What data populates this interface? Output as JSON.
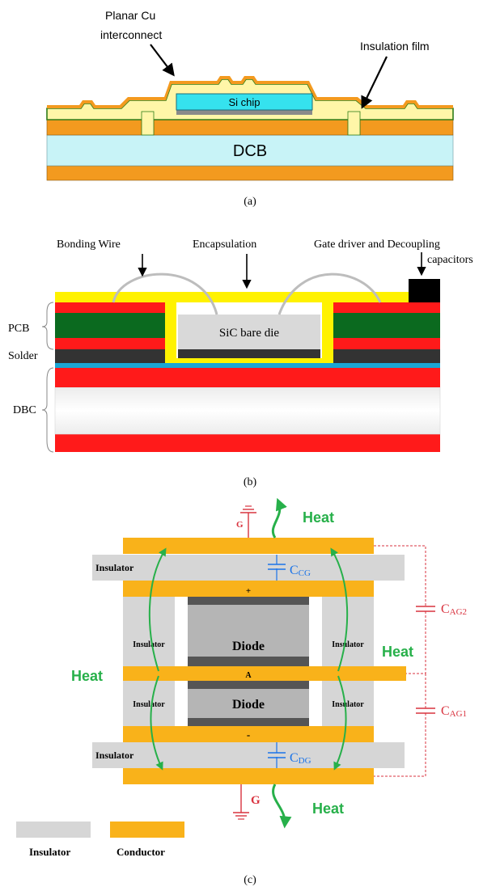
{
  "panel_a": {
    "label_interconnect_1": "Planar Cu",
    "label_interconnect_2": "interconnect",
    "label_insulation": "Insulation film",
    "label_chip": "Si chip",
    "label_dcb": "DCB",
    "caption": "(a)"
  },
  "panel_b": {
    "label_bonding": "Bonding Wire",
    "label_encapsulation": "Encapsulation",
    "label_gate_1": "Gate driver and Decoupling",
    "label_gate_2": "capacitors",
    "label_pcb": "PCB",
    "label_solder": "Solder",
    "label_dbc": "DBC",
    "label_die": "SiC bare die",
    "caption": "(b)"
  },
  "panel_c": {
    "label_g_top": "G",
    "label_g_bottom": "G",
    "label_heat_top": "Heat",
    "label_heat_left": "Heat",
    "label_heat_right": "Heat",
    "label_heat_bottom": "Heat",
    "label_insulator_top": "Insulator",
    "label_insulator_bottom": "Insulator",
    "label_insulator_small": "Insulator",
    "label_diode": "Diode",
    "label_plus": "+",
    "label_minus": "-",
    "label_a": "A",
    "cap_cg": "C",
    "cap_cg_sub": "CG",
    "cap_dg": "C",
    "cap_dg_sub": "DG",
    "cap_ag2": "C",
    "cap_ag2_sub": "AG2",
    "cap_ag1": "C",
    "cap_ag1_sub": "AG1",
    "legend_insulator": "Insulator",
    "legend_conductor": "Conductor",
    "caption": "(c)"
  },
  "colors": {
    "copper": "#f39a1f",
    "light_cyan": "#c8f3f7",
    "chip_cyan": "#35e2ee",
    "pale_yellow": "#fff6a8",
    "green_film": "#2e7d1a",
    "yellow_encap": "#fff200",
    "red_layer": "#ff1a1a",
    "dark_green": "#0b6a1f",
    "solder_dark": "#333333",
    "blue_line": "#1aa6d4",
    "die_gray": "#d9d9d9",
    "conductor_orange": "#f9b21a",
    "insulator_gray": "#d6d6d6",
    "heat_green": "#27b04a",
    "cap_blue": "#1a73e8",
    "cap_red": "#d9333f"
  }
}
